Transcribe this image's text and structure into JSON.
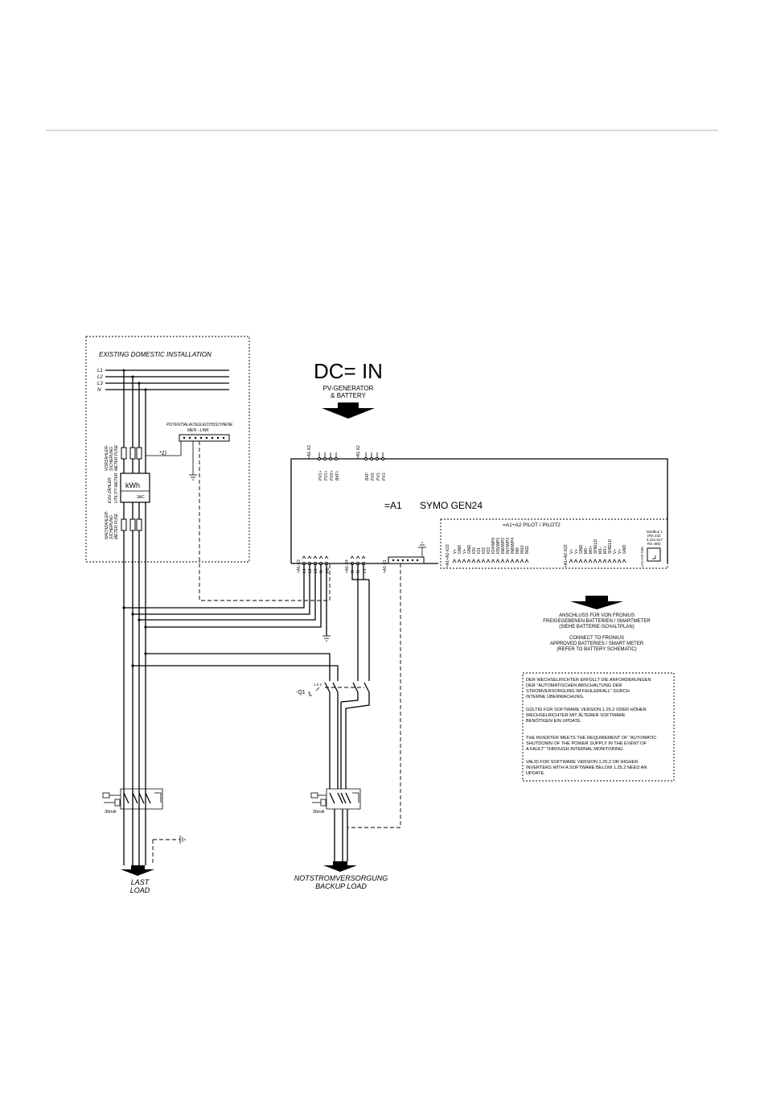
{
  "domestic": {
    "title": "EXISTING DOMESTIC INSTALLATION",
    "phases": [
      "L1",
      "L2",
      "L3",
      "N"
    ],
    "potential_bar": [
      "POTENTIALAUSGLEICHSSCHIENE",
      "MEN - LINK"
    ],
    "note_ref": "*1)",
    "meter_fuse_top": [
      "VORZAHLER-",
      "SICHERUNG",
      "METER FUSE"
    ],
    "utility_meter_label": [
      "EVU-ZÄHLER",
      "UTILITY-METER"
    ],
    "meter_fuse_bottom": [
      "NACHZAHLER-",
      "SICHERUNG",
      "METER FUSE"
    ],
    "kwh": "kWh",
    "kwh_sub": "3AC"
  },
  "dc_in": {
    "title": "DC= IN",
    "subtitle_line1": "PV-GENERATOR",
    "subtitle_line2": "& BATTERY"
  },
  "inverter": {
    "id": "=A1",
    "name": "SYMO GEN24",
    "pilot_label": "=A1+A2  PILOT  /  PILOT2",
    "x1_label": "=A1-X3",
    "x1_terminals": [
      "PV1+",
      "PV1+",
      "PV2+",
      "BAT+"
    ],
    "x2_label": "=A1-X2",
    "x2_terminals": [
      "BAT-",
      "PV2-",
      "PV1-",
      "PV1-"
    ],
    "ac_label": "=A1-X3",
    "ac_terminals": [
      "L1",
      "L2",
      "L3",
      "N",
      "PE"
    ],
    "bk_label": "=A1-X4",
    "bk_terminals": [
      "N",
      "N",
      "L1"
    ],
    "pe_label": "=A1-X1",
    "io_label": "=A1+A2-X23",
    "io_terminals": [
      "V+",
      "GND",
      "V+",
      "GND",
      "IO0",
      "IO1",
      "IO2",
      "IO3",
      "IO4/WP0",
      "IO5/WP1",
      "IN6/WP2",
      "IN7/WP3",
      "IN8/WP4",
      "IN9",
      "IN10",
      "IN11"
    ],
    "mb_label": "=A1+A2-X22",
    "mb_terminals": [
      "V+",
      "V+",
      "GND",
      "M0-",
      "M0+",
      "SHIELD",
      "M1-",
      "M1+",
      "SHIELD",
      "V+",
      "V+",
      "GND"
    ],
    "modbus_label": [
      "Modbus 1",
      "(RS 232",
      "4,221,917",
      "RS 485)"
    ],
    "modbus_port": "=A1+A2-X35"
  },
  "fronius_note": {
    "line1": "ANSCHLUSS FÜR VON FRONIUS",
    "line2": "FREIGEGEBENEN BATTERIEN / SMARTMETER",
    "line3": "(SIEHE BATTERIE-SCHALTPLAN)",
    "line4": "CONNECT TO FRONIUS",
    "line5": "APPROVED BATTERIES / SMART METER",
    "line6": "(REFER TO BATTERY SCHEMATIC)"
  },
  "shutdown_note": {
    "de": [
      "DER WECHSELRICHTER ERFÜLLT DIE ANFORDERUNGEN",
      "DER \"AUTOMATISCHEN ABSCHALTUNG DER",
      "STROMVERSORGUNG IM FEHLERFALL\" DURCH",
      "INTERNE ÜBERWACHUNG."
    ],
    "de_ver": [
      "GÜLTIG FÜR SOFTWARE VERSION 1.25.2 ODER HÖHER.",
      "WECHSELRICHTER MIT ÄLTERER SOFTWARE",
      "BENÖTIGEN EIN UPDATE."
    ],
    "en": [
      "THE INVERTER MEETS THE REQUIREMENT OF \"AUTOMATIC",
      "SHUTDOWN OF THE POWER SUPPLY IN THE EVENT OF",
      "A FAULT\" THROUGH INTERNAL MONITORING."
    ],
    "en_ver": [
      "VALID FOR SOFTWARE VERSION 1.25.2 OR HIGHER.",
      "INVERTERS WITH A SOFTWARE BELOW 1.25.2 NEED AN",
      "UPDATE."
    ]
  },
  "switch_q1": {
    "label": "-Q1",
    "positions": "1 0 2"
  },
  "rcd": {
    "left": "30mA",
    "right": "30mA"
  },
  "outputs": {
    "last_line1": "LAST",
    "last_line2": "LOAD",
    "backup_line1": "NOTSTROMVERSORGUNG",
    "backup_line2": "BACKUP LOAD"
  }
}
